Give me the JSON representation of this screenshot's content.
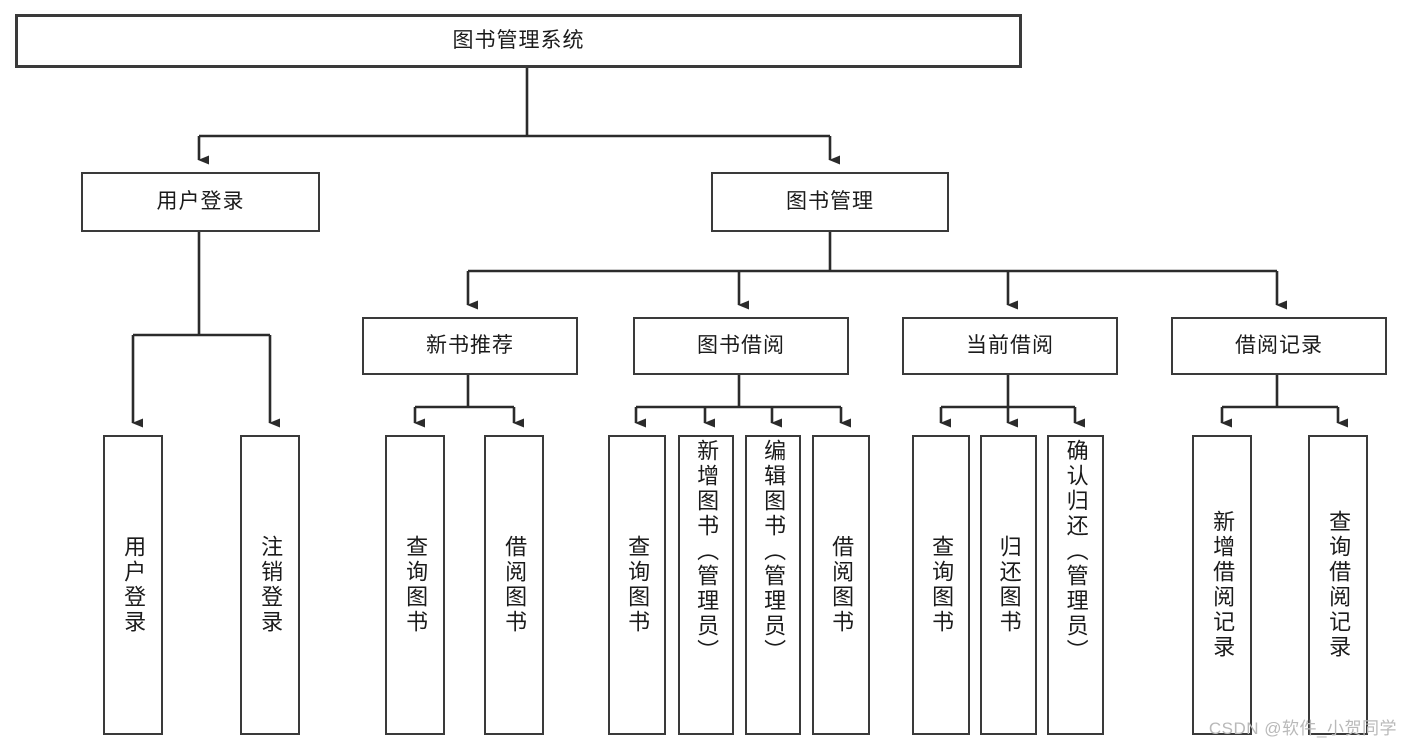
{
  "diagram": {
    "title": "图书管理系统",
    "type": "tree",
    "root": {
      "label": "图书管理系统"
    },
    "level2": [
      {
        "label": "用户登录"
      },
      {
        "label": "图书管理"
      }
    ],
    "level3": [
      {
        "label": "新书推荐"
      },
      {
        "label": "图书借阅"
      },
      {
        "label": "当前借阅"
      },
      {
        "label": "借阅记录"
      }
    ],
    "leaves": {
      "user_login": [
        {
          "label": "用户登录"
        },
        {
          "label": "注销登录"
        }
      ],
      "new_book_recommend": [
        {
          "label": "查询图书"
        },
        {
          "label": "借阅图书"
        }
      ],
      "book_borrow": [
        {
          "label": "查询图书"
        },
        {
          "label": "新增图书（管理员）"
        },
        {
          "label": "编辑图书（管理员）"
        },
        {
          "label": "借阅图书"
        }
      ],
      "current_borrow": [
        {
          "label": "查询图书"
        },
        {
          "label": "归还图书"
        },
        {
          "label": "确认归还（管理员）"
        }
      ],
      "borrow_record": [
        {
          "label": "新增借阅记录"
        },
        {
          "label": "查询借阅记录"
        }
      ]
    }
  },
  "watermark": {
    "text": "CSDN @软件_小贺同学"
  },
  "colors": {
    "stroke": "#3a3a3a",
    "text": "#1b1b1b",
    "background": "#ffffff",
    "watermark": "#b9b9b9"
  }
}
